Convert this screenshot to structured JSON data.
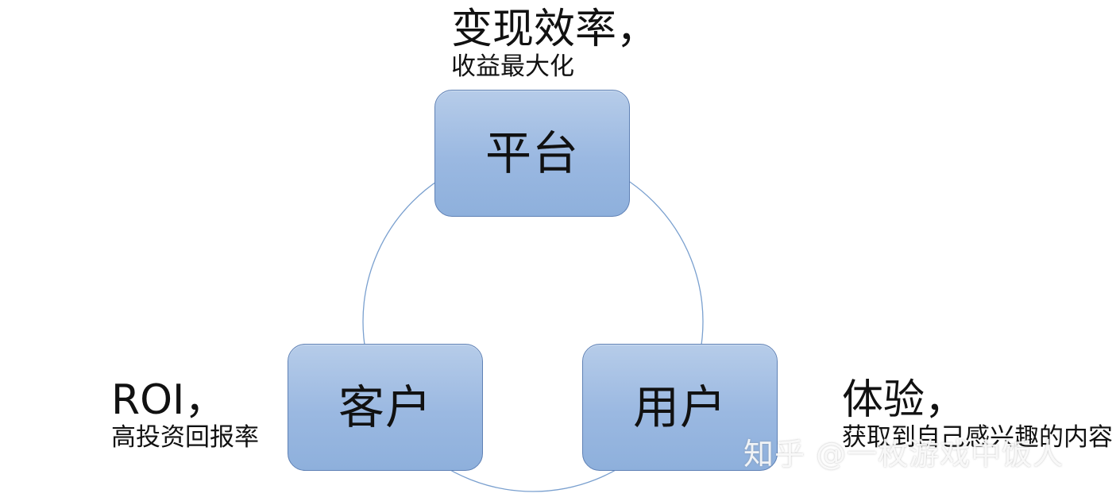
{
  "nodes": {
    "platform": "平台",
    "client": "客户",
    "user": "用户"
  },
  "annotations": {
    "platform": {
      "title": "变现效率，",
      "body": "收益最大化"
    },
    "client": {
      "title": "ROI，",
      "body": "高投资回报率"
    },
    "user": {
      "title": "体验，",
      "body": "获取到自己感兴趣的内容"
    }
  },
  "watermark": "知乎 @一枚游戏中饭人",
  "colors": {
    "node_fill_top": "#b6cce9",
    "node_fill_bottom": "#8eb0dc",
    "node_border": "#5f81b5",
    "cycle_ring": "#7aa0cf",
    "text": "#111111"
  }
}
